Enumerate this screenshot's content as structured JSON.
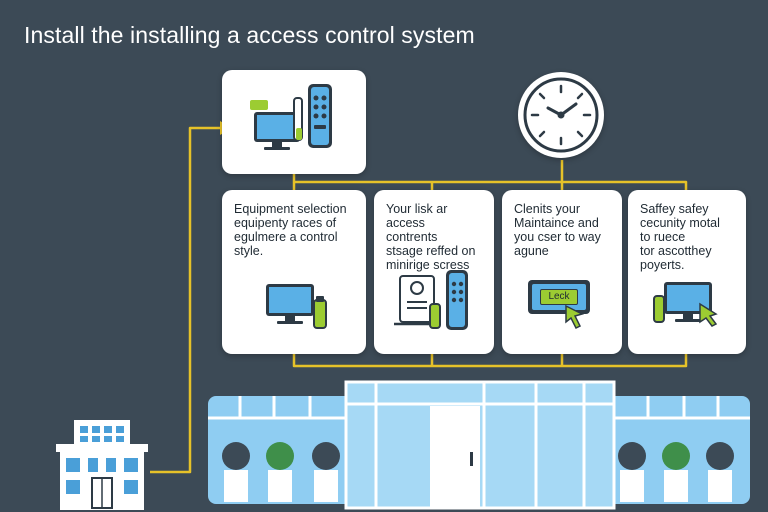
{
  "title": "Install the installing a access control system",
  "colors": {
    "background": "#3c4a56",
    "connector": "#e6c229",
    "accent_green": "#9ccc32",
    "screen_blue": "#4a9fd8",
    "glass_blue": "#8fcdf2"
  },
  "cards": [
    {
      "id": "equipment",
      "text": "Equipment selection\nequipenty races of\negulmere a control\nstyle.",
      "icon": "monitor-keycard-icon"
    },
    {
      "id": "link",
      "text": "Your lisk ar access\ncontrents\nstsage reffed on\nminirige scress",
      "icon": "document-reader-icon"
    },
    {
      "id": "maintenance",
      "text": "Clenits your\nMaintaince and\nyou cser to way\nagune",
      "icon": "lock-screen-icon"
    },
    {
      "id": "safety",
      "text": "Saffey safey\ncecunity motal\nto ruece\ntor ascotthey\npoyerts.",
      "icon": "monitor-hand-icon"
    }
  ],
  "lock_screen_label": "Leck",
  "top_card_icon": "monitor-keypad-icon",
  "clock_icon": "clock-icon",
  "building_icon": "office-building-icon"
}
